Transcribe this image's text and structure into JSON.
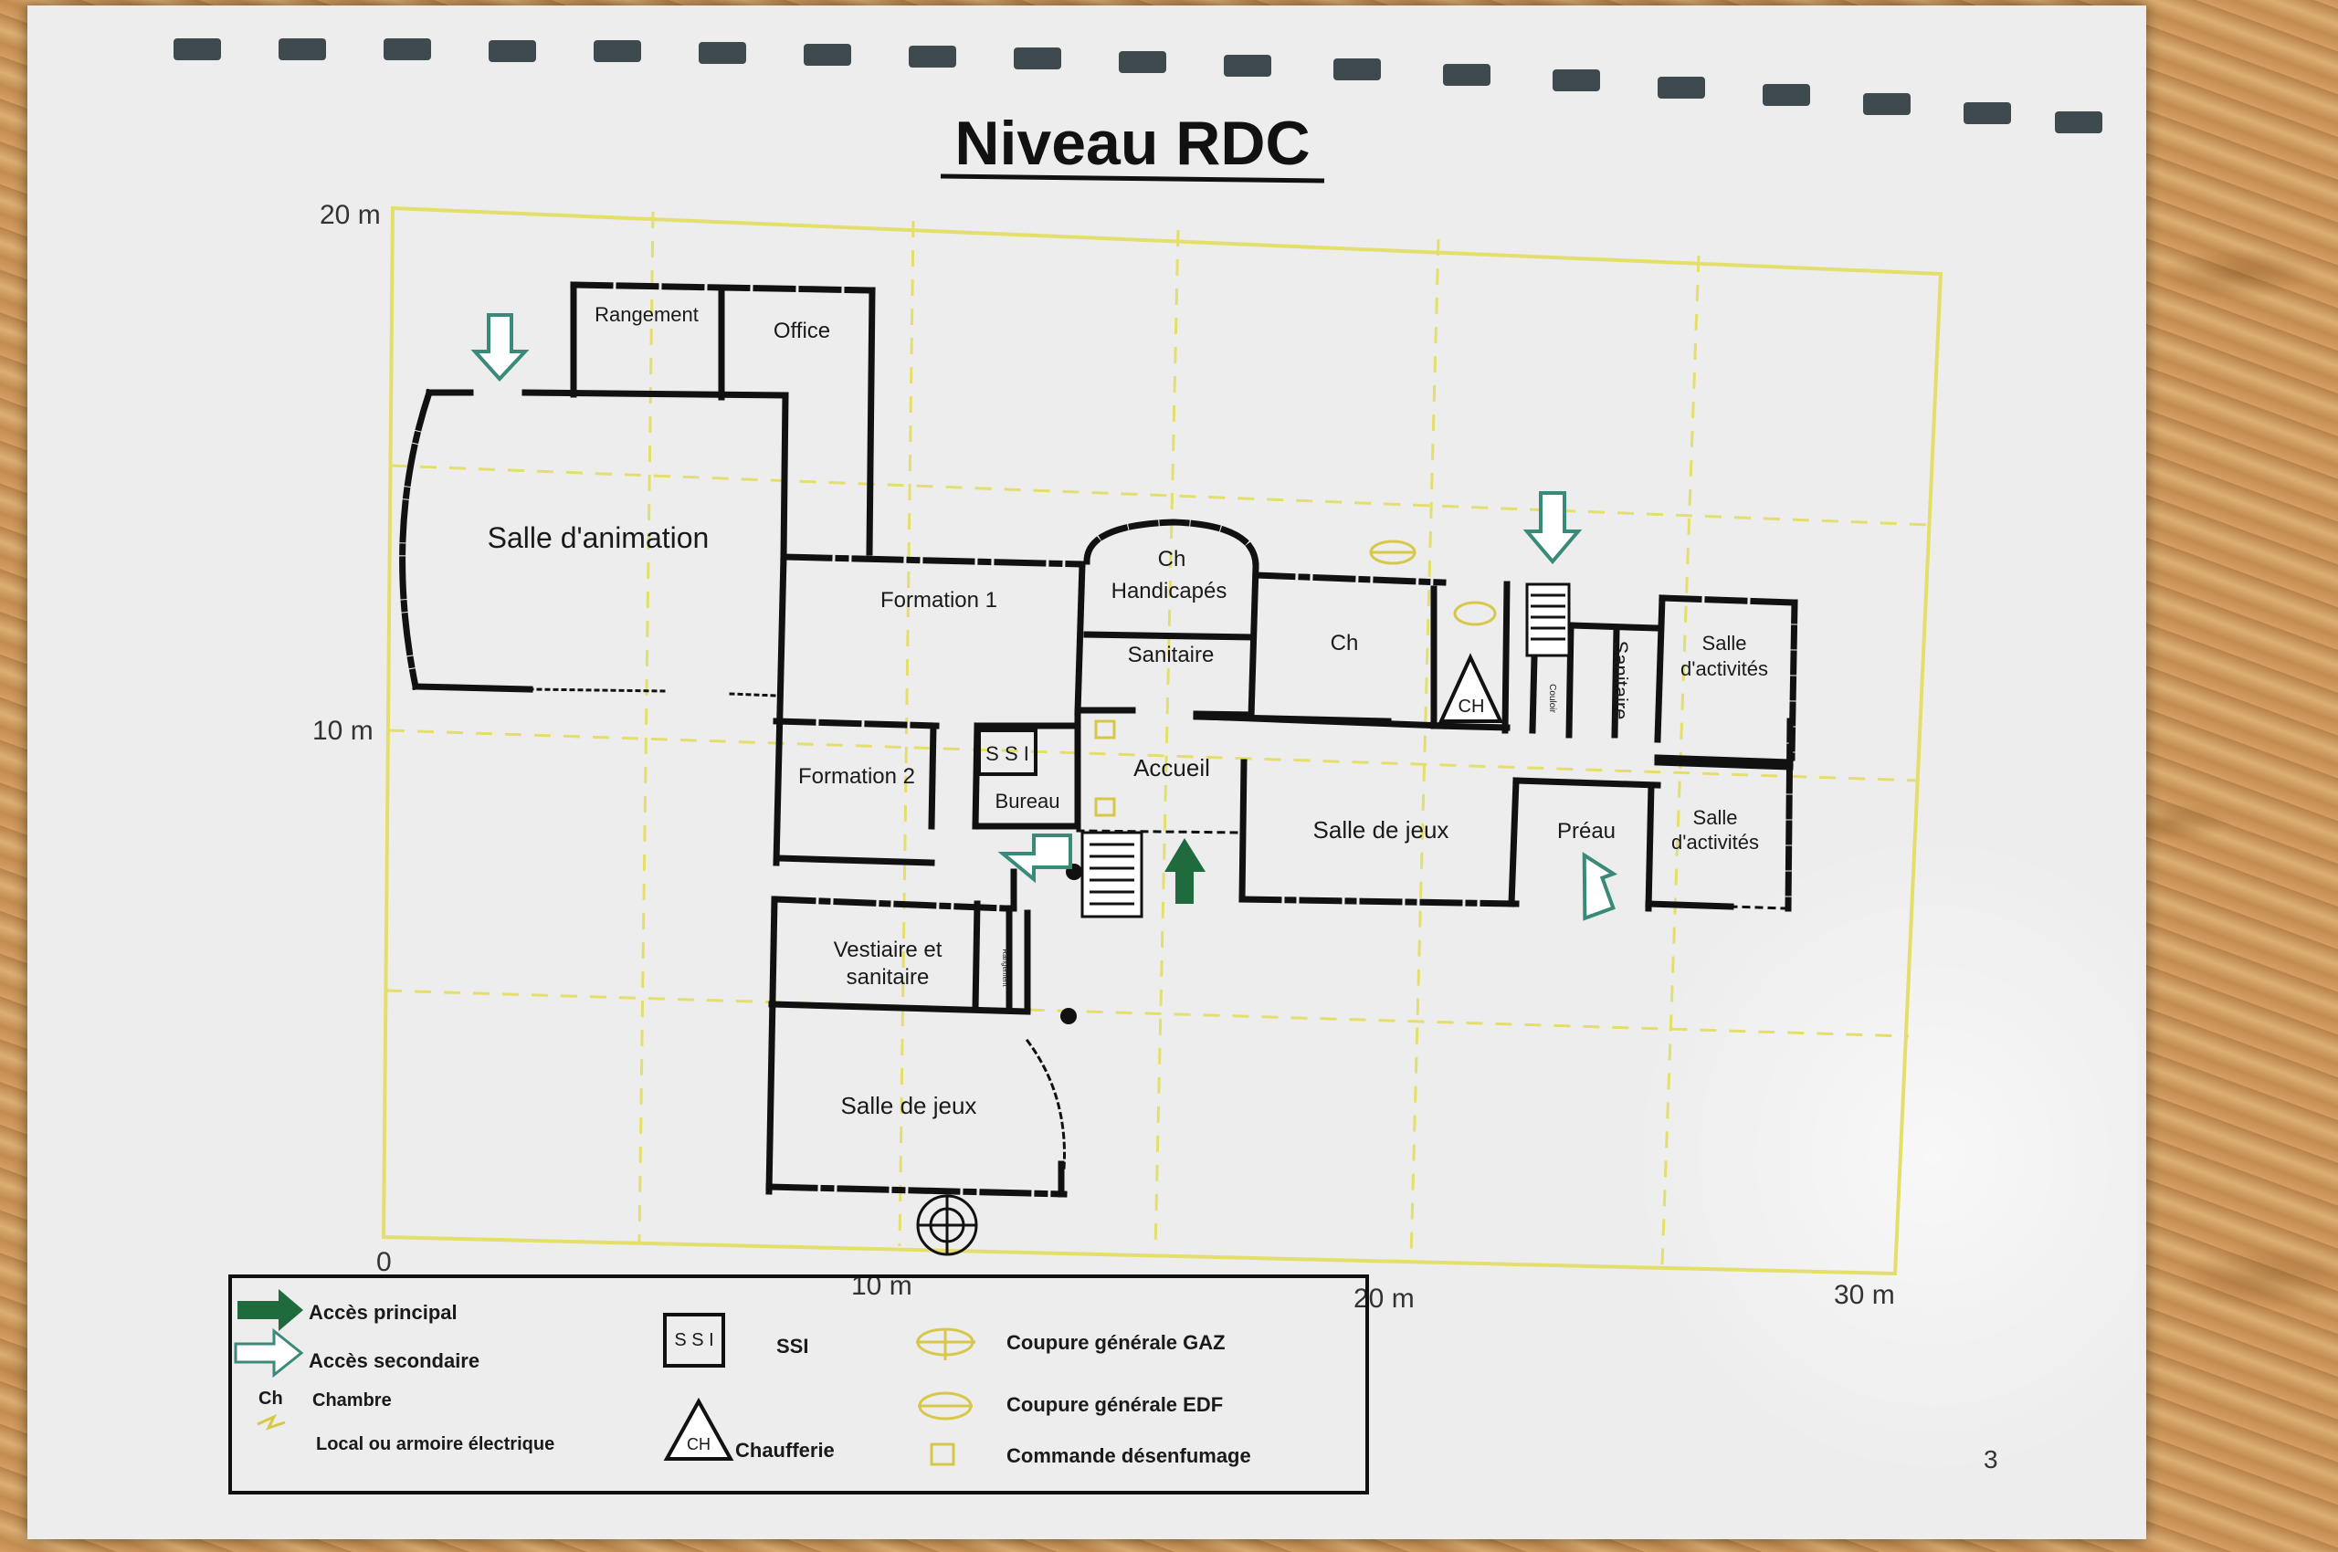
{
  "title": "Niveau RDC",
  "page_number": "3",
  "scale": {
    "y_top": "20 m",
    "y_mid": "10 m",
    "origin": "0",
    "x_10": "10 m",
    "x_20": "20 m",
    "x_30": "30 m"
  },
  "rooms": {
    "salle_animation": "Salle d'animation",
    "rangement": "Rangement",
    "office": "Office",
    "formation_1": "Formation 1",
    "ch_handicapes_1": "Ch",
    "ch_handicapes_2": "Handicapés",
    "sanitaire_centre": "Sanitaire",
    "ch": "Ch",
    "ch_chaufferie": "CH",
    "couloir": "Couloir",
    "sanitaire_vertical": "Sanitaire",
    "salle_activites_1a": "Salle",
    "salle_activites_1b": "d'activités",
    "formation_2": "Formation 2",
    "ssi": "S S I",
    "bureau": "Bureau",
    "accueil": "Accueil",
    "salle_de_jeux_1": "Salle de jeux",
    "preau": "Préau",
    "salle_activites_2a": "Salle",
    "salle_activites_2b": "d'activités",
    "vestiaire_1": "Vestiaire et",
    "vestiaire_2": "sanitaire",
    "rangement_small": "Rangement",
    "salle_de_jeux_2": "Salle de jeux"
  },
  "legend": {
    "acces_principal": "Accès principal",
    "acces_secondaire": "Accès secondaire",
    "ch_abbr": "Ch",
    "chambre": "Chambre",
    "local": "Local ou armoire électrique",
    "ssi_box": "S S I",
    "ssi": "SSI",
    "ch_triangle": "CH",
    "chaufferie": "Chaufferie",
    "gaz": "Coupure générale GAZ",
    "edf": "Coupure générale EDF",
    "desenfumage": "Commande désenfumage"
  },
  "colors": {
    "green_main": "#1f6b3e",
    "green_outline": "#3a8a7a",
    "wall": "#111111",
    "grid": "#e3df6a"
  }
}
